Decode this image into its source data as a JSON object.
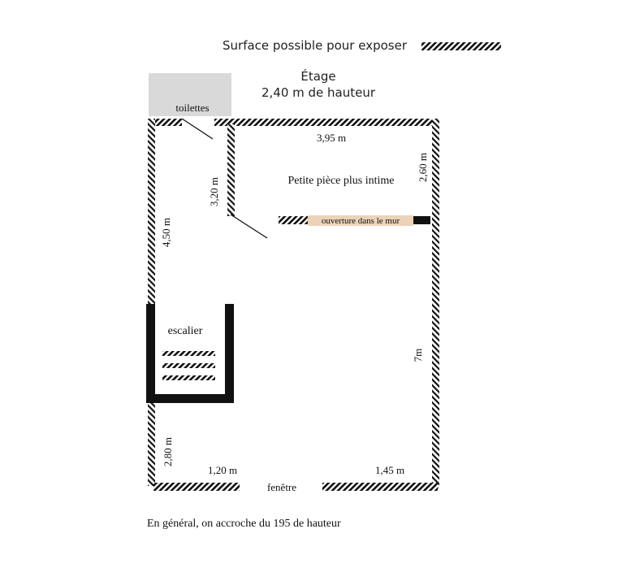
{
  "legend": {
    "label": "Surface possible pour exposer"
  },
  "floor": {
    "name": "Étage",
    "height": "2,40 m de hauteur"
  },
  "rooms": {
    "toilets": "toilettes",
    "small_room": "Petite pièce plus intime",
    "stairs": "escalier"
  },
  "labels": {
    "opening": "ouverture dans le mur",
    "window": "fenêtre"
  },
  "dimensions": {
    "top_wall": "3,95 m",
    "small_room_right": "2,60 m",
    "corridor_wall": "3,20 m",
    "left_upper": "4,50 m",
    "right_wall": "7m",
    "left_lower": "2,80 m",
    "bottom_left": "1,20 m",
    "bottom_right": "1,45 m"
  },
  "note": "En général, on accroche du 195 de hauteur",
  "colors": {
    "wall": "#111111",
    "toilet_fill": "#d9d9d9",
    "opening_fill": "#ecd3b8",
    "background": "#ffffff"
  }
}
